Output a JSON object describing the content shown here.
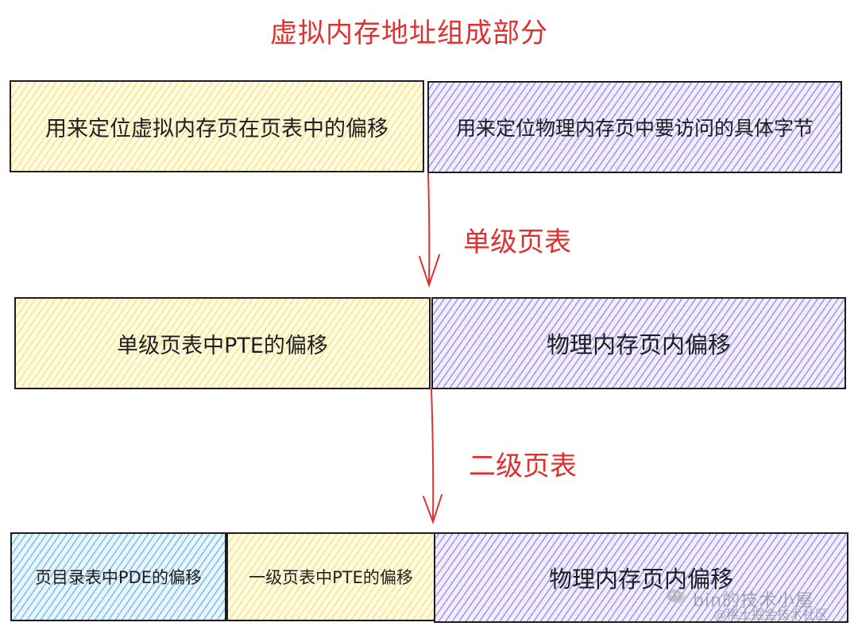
{
  "title": "虚拟内存地址组成部分",
  "row1": {
    "left": "用来定位虚拟内存页在页表中的偏移",
    "right": "用来定位物理内存页中要访问的具体字节"
  },
  "label_single": "单级页表",
  "row2": {
    "left": "单级页表中PTE的偏移",
    "right": "物理内存页内偏移"
  },
  "label_double": "二级页表",
  "row3": {
    "a": "页目录表中PDE的偏移",
    "b": "一级页表中PTE的偏移",
    "c": "物理内存页内偏移"
  },
  "watermark": {
    "line1": "bin的技术小屋",
    "line2": "@稀土掘金技术社区",
    "icon": "wechat-icon"
  },
  "colors": {
    "accent_red": "#e03131",
    "yellow_fill": "#fad228",
    "purple_fill": "#6e50dc",
    "blue_fill": "#2896dc"
  }
}
